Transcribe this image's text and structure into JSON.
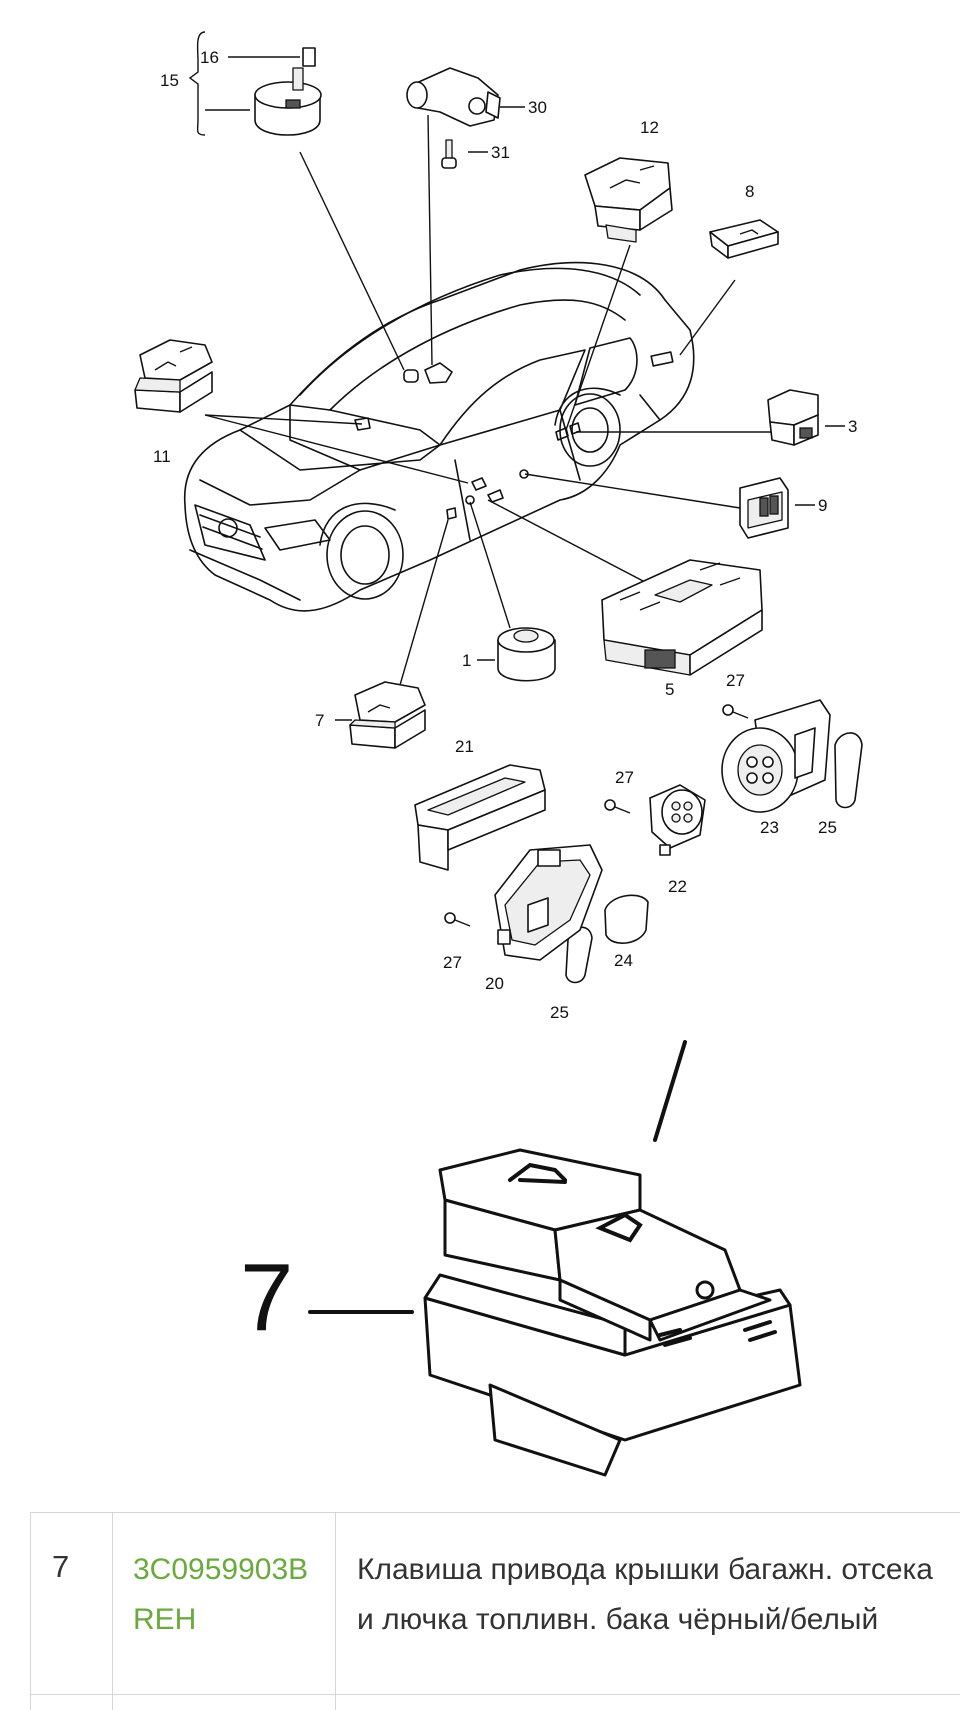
{
  "diagram": {
    "callouts": [
      "16",
      "15",
      "30",
      "31",
      "12",
      "8",
      "11",
      "3",
      "9",
      "1",
      "5",
      "7",
      "27",
      "21",
      "27",
      "22",
      "23",
      "25",
      "27",
      "20",
      "24",
      "25"
    ]
  },
  "zoom": {
    "callout": "7"
  },
  "parts_table": {
    "rows": [
      {
        "position": "7",
        "part_number": "3C0959903B REH",
        "description": "Клавиша привода крышки багажн. отсека и лючка топливн. бака чёрный/белый"
      }
    ]
  },
  "colors": {
    "part_link": "#6aaa3c",
    "text": "#333333",
    "grid": "#d6d6d6"
  }
}
